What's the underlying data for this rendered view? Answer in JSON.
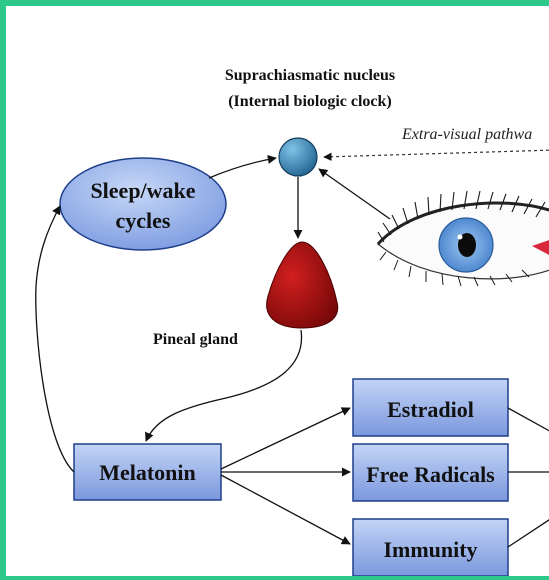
{
  "diagram": {
    "scn_title_line1": "Suprachiasmatic nucleus",
    "scn_title_line2": "(Internal biologic clock)",
    "extra_visual_label": "Extra-visual pathwa",
    "sleep_wake_line1": "Sleep/wake",
    "sleep_wake_line2": "cycles",
    "pineal_label": "Pineal gland",
    "melatonin_label": "Melatonin",
    "boxes": {
      "estradiol": "Estradiol",
      "free_radicals": "Free Radicals",
      "immunity": "Immunity"
    }
  },
  "colors": {
    "frame": "#2ec98a",
    "box_fill_top": "#b8ccf2",
    "box_fill_bottom": "#7d9be0",
    "pineal": "#9b0d0d",
    "scn_node": "#2a7fb0"
  }
}
